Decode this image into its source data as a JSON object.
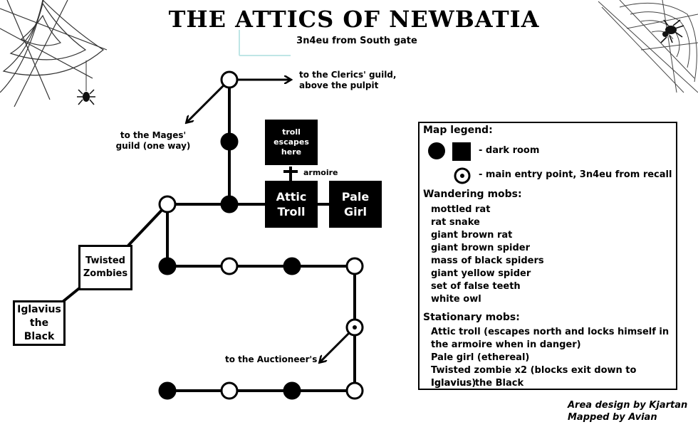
{
  "title": "THE ATTICS OF NEWBATIA",
  "subtitle": "3n4eu from South gate",
  "exits": {
    "clerics": "to the Clerics' guild, above the pulpit",
    "mages": "to the Mages' guild (one way)",
    "auctioneer": "to the Auctioneer's"
  },
  "armoire_label": "armoire",
  "rooms": {
    "troll_escapes": "troll escapes here",
    "attic_troll": "Attic Troll",
    "pale_girl": "Pale Girl",
    "twisted_zombies": "Twisted Zombies",
    "iglavius": "Iglavius the Black"
  },
  "legend": {
    "heading": "Map legend:",
    "dark_room": "- dark room",
    "entry_point": "- main entry point, 3n4eu from recall",
    "wandering_heading": "Wandering mobs:",
    "wandering": [
      "mottled rat",
      "rat snake",
      "giant brown rat",
      "giant brown spider",
      "mass of black spiders",
      "giant yellow spider",
      "set of false teeth",
      "white owl"
    ],
    "stationary_heading": "Stationary mobs:",
    "stationary": [
      "Attic troll (escapes north and locks himself in the armoire when in danger)",
      "Pale girl (ethereal)",
      "Twisted zombie x2 (blocks exit down to Iglavius)",
      "Iglavius the Black"
    ]
  },
  "credits": {
    "design": "Area design by Kjartan",
    "mapper": "Mapped by Avian"
  },
  "icons": [
    "spider-web-icon",
    "spider-icon"
  ]
}
